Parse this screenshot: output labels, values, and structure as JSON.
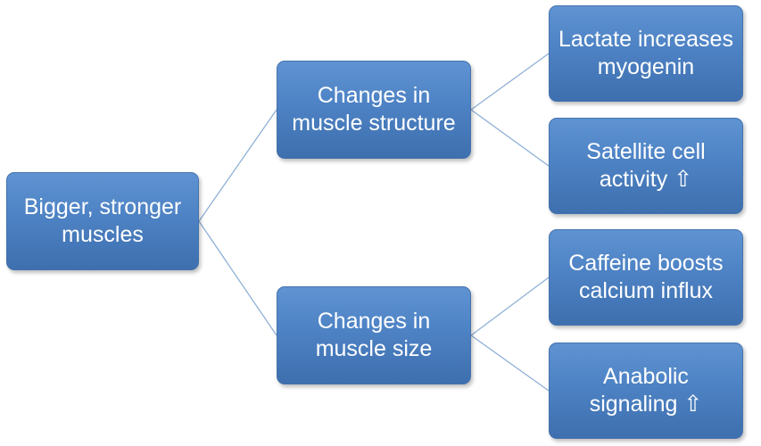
{
  "diagram": {
    "root": "Bigger, stronger\nmuscles",
    "branches": [
      {
        "label": "Changes in\nmuscle structure",
        "children": [
          "Lactate increases\nmyogenin",
          "Satellite cell\nactivity ⇧"
        ]
      },
      {
        "label": "Changes in\nmuscle size",
        "children": [
          "Caffeine boosts\ncalcium influx",
          "Anabolic\nsignaling ⇧"
        ]
      }
    ]
  },
  "colors": {
    "node_fill": "#4d82c4",
    "node_text": "#ffffff",
    "connector": "#8fb0d6"
  }
}
